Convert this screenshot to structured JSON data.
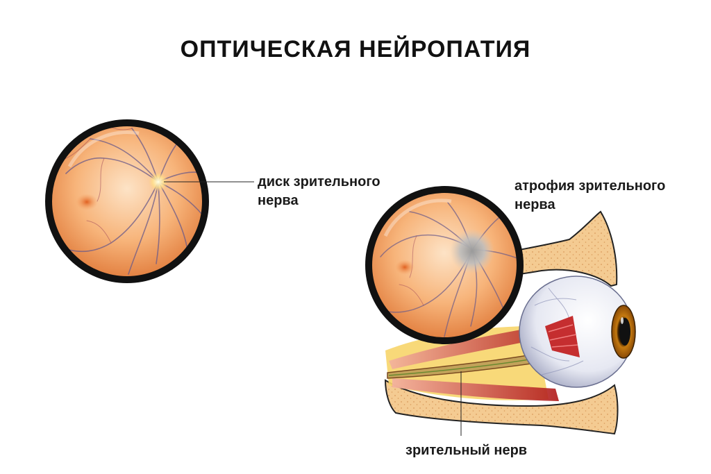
{
  "title": "ОПТИЧЕСКАЯ НЕЙРОПАТИЯ",
  "labels": {
    "optic_disc": [
      "диск зрительного",
      "нерва"
    ],
    "atrophy": [
      "атрофия зрительного",
      "нерва"
    ],
    "optic_nerve": "зрительный нерв"
  },
  "colors": {
    "fundus_light": "#fde0c0",
    "fundus_mid": "#f6a86a",
    "fundus_dark": "#e07a3a",
    "bone": "#f3c98f",
    "ring": "#111111",
    "muscle": "#c83030",
    "iris": "#d98a12"
  }
}
